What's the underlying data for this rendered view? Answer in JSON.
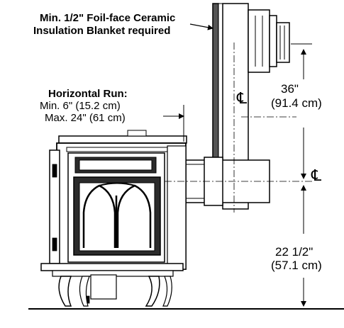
{
  "callouts": {
    "insulation_line1": "Min. 1/2\" Foil-face Ceramic",
    "insulation_line2": "Insulation Blanket required",
    "horizontal_title": "Horizontal Run:",
    "horizontal_min": "Min. 6\" (15.2 cm)",
    "horizontal_max": "Max. 24\" (61 cm)"
  },
  "dimensions": {
    "upper_in": "36\"",
    "upper_cm": "(91.4 cm)",
    "lower_in": "22 1/2\"",
    "lower_cm": "(57.1 cm)"
  },
  "centerline": {
    "symbol": "℄"
  }
}
